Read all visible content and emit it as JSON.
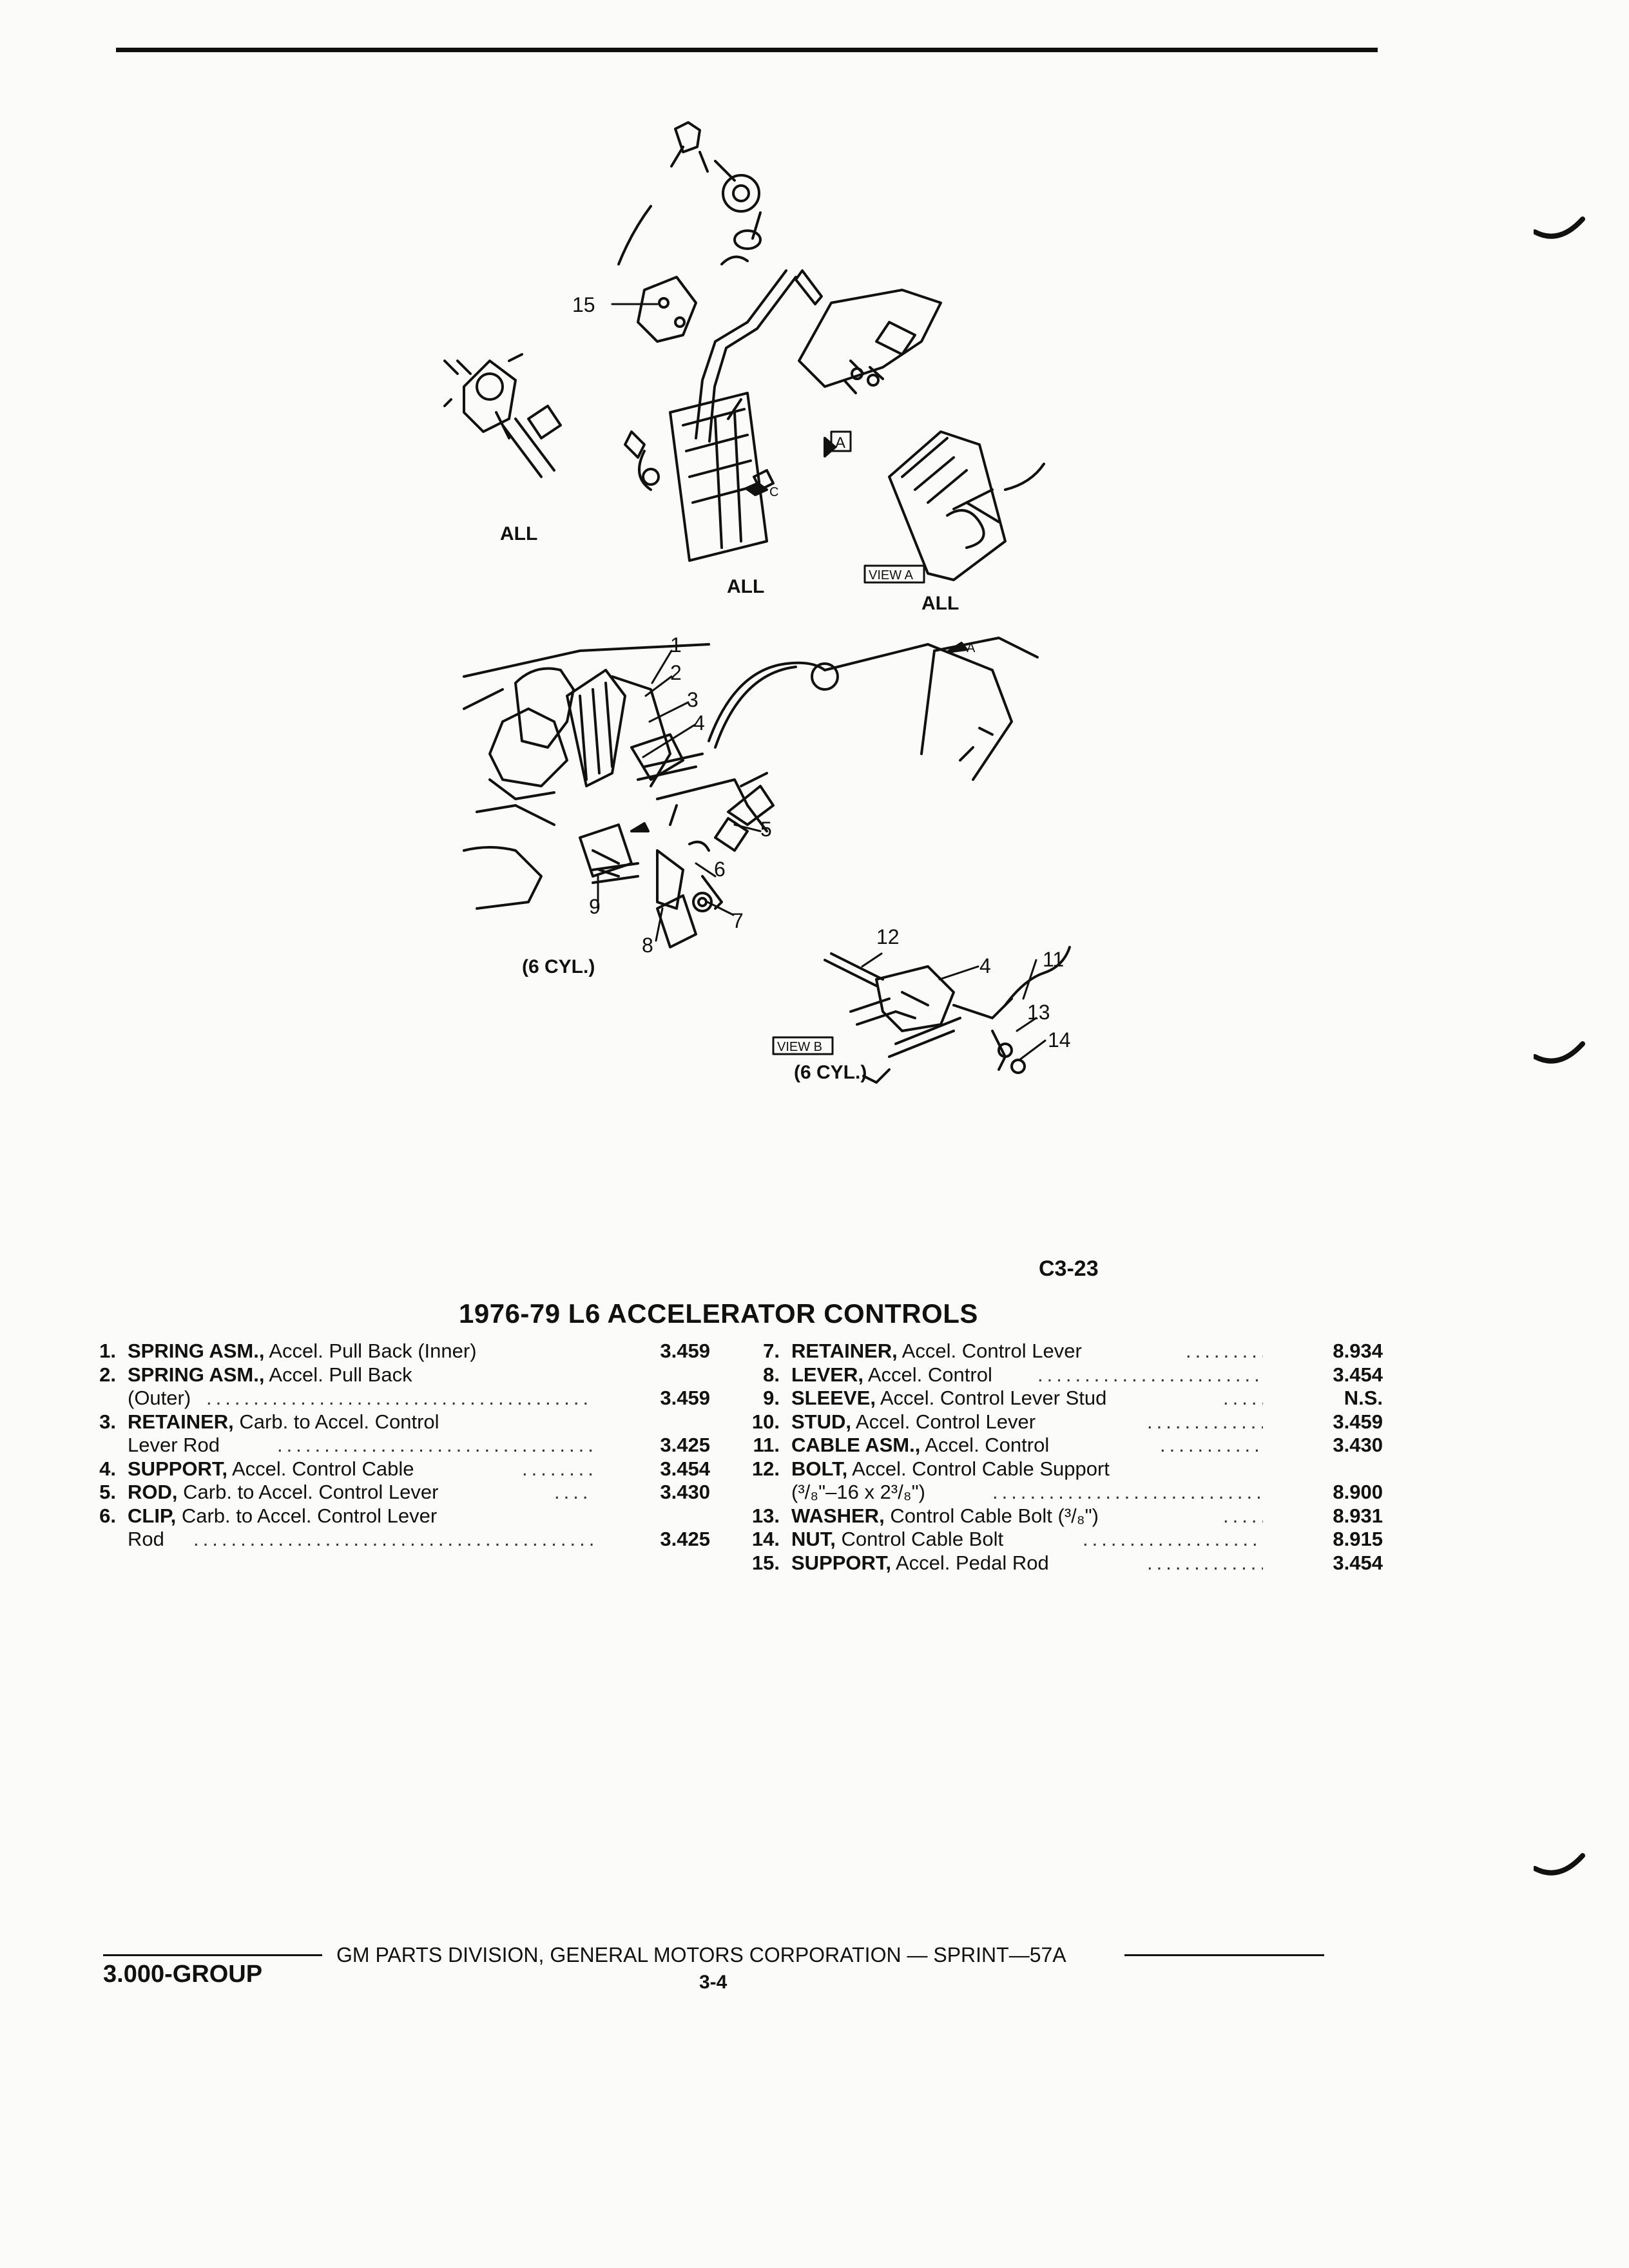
{
  "diagram": {
    "labels": {
      "all_1": "ALL",
      "all_2": "ALL",
      "all_3": "ALL",
      "six_cyl_1": "(6 CYL.)",
      "six_cyl_2": "(6 CYL.)",
      "view_a": "VIEW A",
      "view_b": "VIEW B",
      "callout_a": "A",
      "callout_c": "C",
      "c15": "15",
      "c1": "1",
      "c2": "2",
      "c3": "3",
      "c4": "4",
      "c5": "5",
      "c6": "6",
      "c7": "7",
      "c8": "8",
      "c9": "9",
      "c11": "11",
      "c12": "12",
      "c13": "13",
      "c14": "14",
      "c4b": "4"
    }
  },
  "figure_code": "C3-23",
  "title": "1976-79 L6 ACCELERATOR CONTROLS",
  "parts_left": [
    {
      "num": "1.",
      "name": "SPRING ASM.,",
      "desc": "Accel. Pull Back (Inner)",
      "code": "3.459"
    },
    {
      "num": "2.",
      "name": "SPRING ASM.,",
      "desc": "Accel. Pull Back",
      "code": ""
    },
    {
      "num": "",
      "name": "",
      "desc": "(Outer)",
      "code": "3.459"
    },
    {
      "num": "3.",
      "name": "RETAINER,",
      "desc": "Carb. to Accel. Control",
      "code": ""
    },
    {
      "num": "",
      "name": "",
      "desc": "Lever Rod",
      "code": "3.425"
    },
    {
      "num": "4.",
      "name": "SUPPORT,",
      "desc": "Accel. Control Cable",
      "code": "3.454"
    },
    {
      "num": "5.",
      "name": "ROD,",
      "desc": "Carb. to Accel. Control Lever",
      "code": "3.430"
    },
    {
      "num": "6.",
      "name": "CLIP,",
      "desc": "Carb. to Accel. Control Lever",
      "code": ""
    },
    {
      "num": "",
      "name": "",
      "desc": "Rod",
      "code": "3.425"
    }
  ],
  "parts_right": [
    {
      "num": "7.",
      "name": "RETAINER,",
      "desc": "Accel. Control Lever",
      "code": "8.934"
    },
    {
      "num": "8.",
      "name": "LEVER,",
      "desc": "Accel. Control",
      "code": "3.454"
    },
    {
      "num": "9.",
      "name": "SLEEVE,",
      "desc": "Accel. Control Lever Stud",
      "code": "N.S."
    },
    {
      "num": "10.",
      "name": "STUD,",
      "desc": "Accel. Control Lever",
      "code": "3.459"
    },
    {
      "num": "11.",
      "name": "CABLE ASM.,",
      "desc": "Accel. Control",
      "code": "3.430"
    },
    {
      "num": "12.",
      "name": "BOLT,",
      "desc": "Accel. Control Cable Support",
      "code": ""
    },
    {
      "num": "",
      "name": "",
      "desc": "(³/₈\"–16 x 2³/₈\")",
      "code": "8.900"
    },
    {
      "num": "13.",
      "name": "WASHER,",
      "desc": "Control Cable Bolt (³/₈\")",
      "code": "8.931"
    },
    {
      "num": "14.",
      "name": "NUT,",
      "desc": "Control Cable Bolt",
      "code": "8.915"
    },
    {
      "num": "15.",
      "name": "SUPPORT,",
      "desc": "Accel. Pedal Rod",
      "code": "3.454"
    }
  ],
  "footer": {
    "publisher": "GM PARTS DIVISION, GENERAL MOTORS CORPORATION — SPRINT—57A",
    "group": "3.000-GROUP",
    "page": "3-4"
  }
}
